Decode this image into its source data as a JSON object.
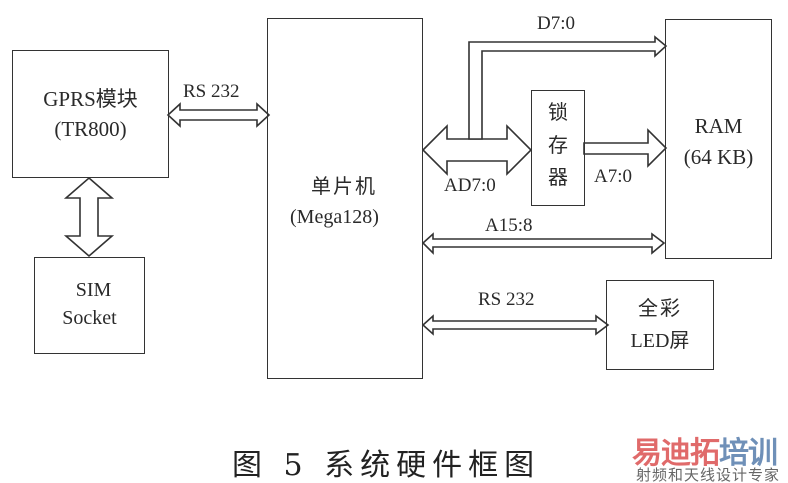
{
  "blocks": {
    "gprs": {
      "line1": "GPRS模块",
      "line2": "(TR800)"
    },
    "sim": {
      "line1": "SIM",
      "line2": "Socket"
    },
    "mcu": {
      "line1": "单片机",
      "line2": "(Mega128)"
    },
    "latch": {
      "chars": [
        "锁",
        "存",
        "器"
      ]
    },
    "ram": {
      "line1": "RAM",
      "line2": "(64 KB)"
    },
    "led": {
      "line1": "全彩",
      "line2": "LED屏"
    }
  },
  "signals": {
    "gprs_mcu": "RS 232",
    "data_bus": "D7:0",
    "addr_data": "AD7:0",
    "addr_low": "A7:0",
    "addr_high": "A15:8",
    "mcu_led": "RS 232"
  },
  "caption": "图 5   系统硬件框图",
  "watermark": {
    "part1": "易迪拓",
    "part2": "培训",
    "subtitle": "射频和天线设计专家",
    "color1": "#e06a6a",
    "color2": "#6f90b8"
  }
}
